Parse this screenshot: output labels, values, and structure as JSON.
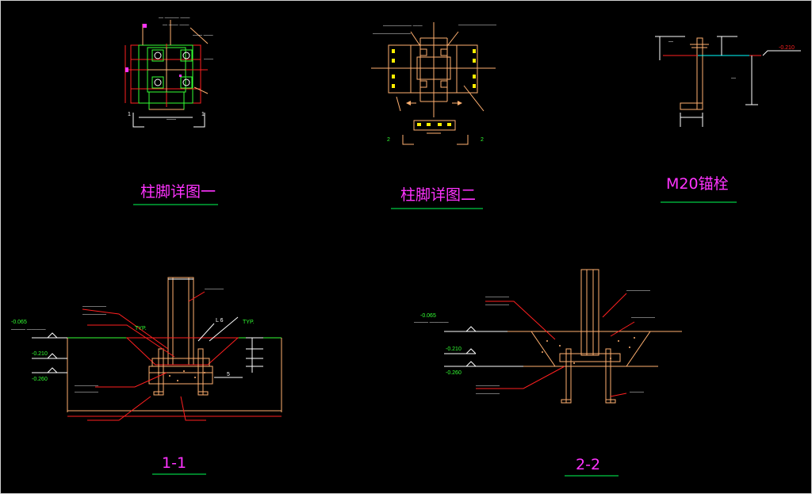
{
  "drawing": {
    "background": "#000000",
    "titles": {
      "detail_1": "柱脚详图一",
      "detail_2": "柱脚详图二",
      "anchor": "M20锚栓",
      "section_1": "1-1",
      "section_2": "2-2"
    },
    "labels": {
      "marker_1": "1",
      "marker_2": "2",
      "level_anchor": "-0.210",
      "level_s1_a": "-0.065",
      "level_s1_b": "-0.210",
      "level_s1_c": "-0.260",
      "level_s2_a": "-0.065",
      "level_s2_b": "-0.210",
      "level_s2_c": "-0.260",
      "typ": "TYP.",
      "l6": "L 6",
      "five": "5"
    },
    "colors": {
      "frame": "#d0d0d0",
      "title": "#ff33ff",
      "underline": "#00cc44",
      "geometry": "#ffb070",
      "red": "#ff2020",
      "white": "#ffffff",
      "green": "#33ff33",
      "yellow": "#ffee00",
      "cyan": "#00ffff"
    }
  }
}
